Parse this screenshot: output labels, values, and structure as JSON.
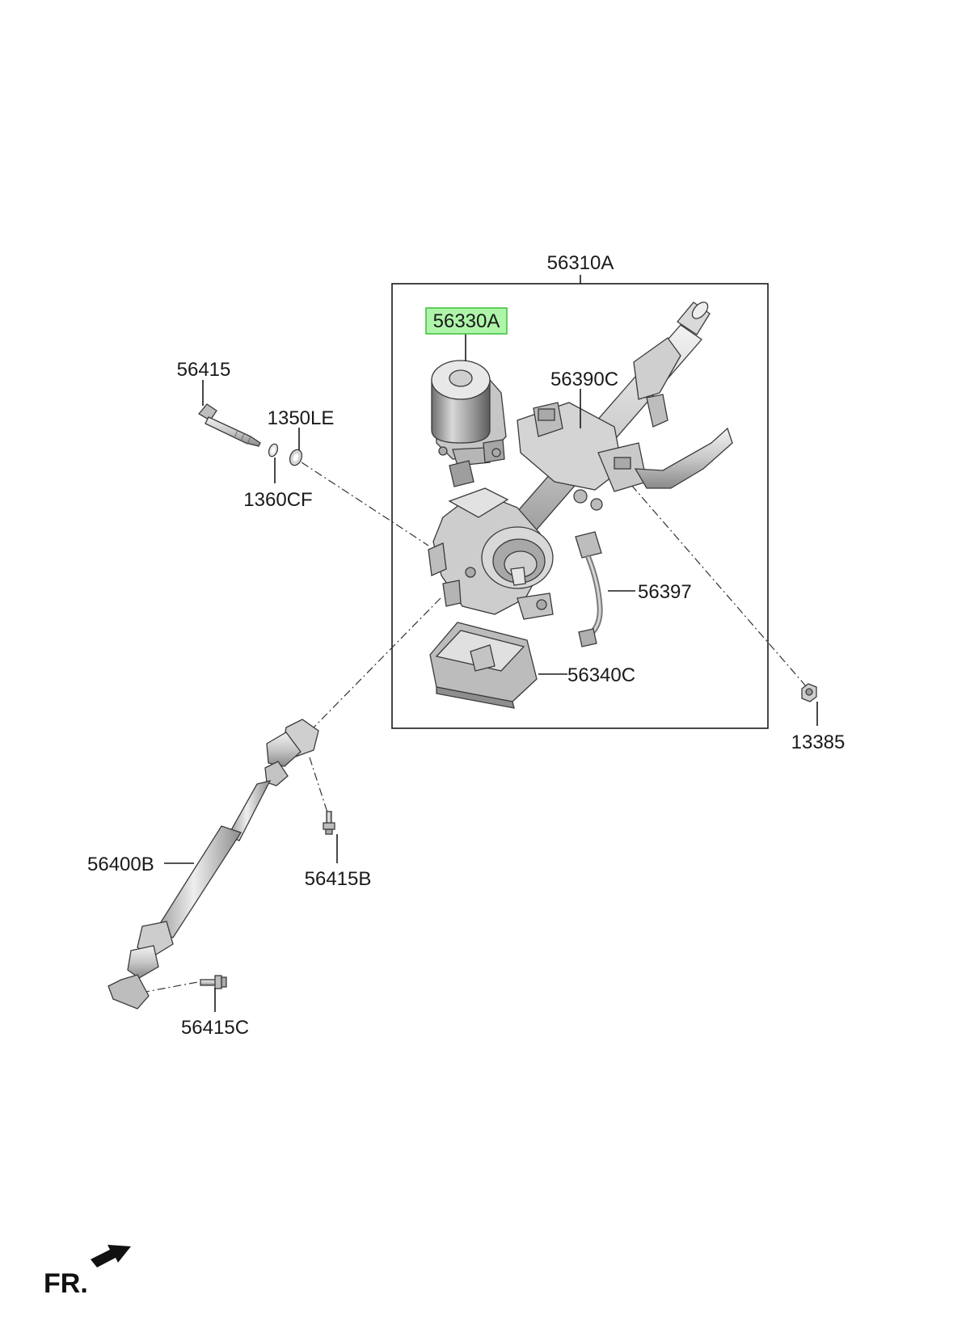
{
  "diagram": {
    "colors": {
      "highlight_fill": "#aef5a9",
      "highlight_stroke": "#3fbf3a",
      "part_light": "#e4e4e4",
      "part_mid": "#c4c4c4",
      "part_dark": "#8e8e8e",
      "line": "#1a1a1a"
    },
    "callouts": {
      "p56310A": "56310A",
      "p56330A": "56330A",
      "p56390C": "56390C",
      "p56397": "56397",
      "p56340C": "56340C",
      "p13385": "13385",
      "p56415": "56415",
      "p1350LE": "1350LE",
      "p1360CF": "1360CF",
      "p56400B": "56400B",
      "p56415B": "56415B",
      "p56415C": "56415C"
    },
    "highlighted_part": "56330A",
    "front_indicator": {
      "label": "FR.",
      "icon": "arrow-icon"
    }
  }
}
